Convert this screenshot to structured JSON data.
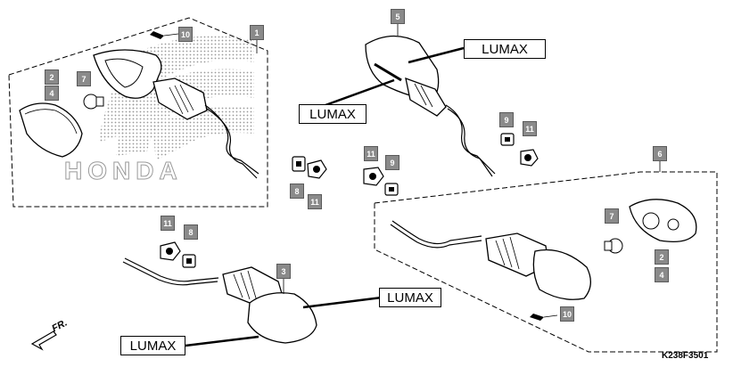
{
  "watermark_text": "HONDA",
  "direction_label": "FR.",
  "diagram_code": "K238F3501",
  "lumax_labels": [
    "LUMAX",
    "LUMAX",
    "LUMAX",
    "LUMAX"
  ],
  "callouts": {
    "c1": "1",
    "c2a": "2",
    "c4a": "4",
    "c7a": "7",
    "c10a": "10",
    "c5": "5",
    "c9a": "9",
    "c11a": "11",
    "c8a": "8",
    "c11b": "11",
    "c11c": "11",
    "c9b": "9",
    "c11d": "11",
    "c8b": "8",
    "c3": "3",
    "c6": "6",
    "c7b": "7",
    "c2b": "2",
    "c4b": "4",
    "c10b": "10"
  },
  "colors": {
    "line": "#000000",
    "callout_fill": "#8a8a8a",
    "watermark": "#9a9a9a"
  }
}
